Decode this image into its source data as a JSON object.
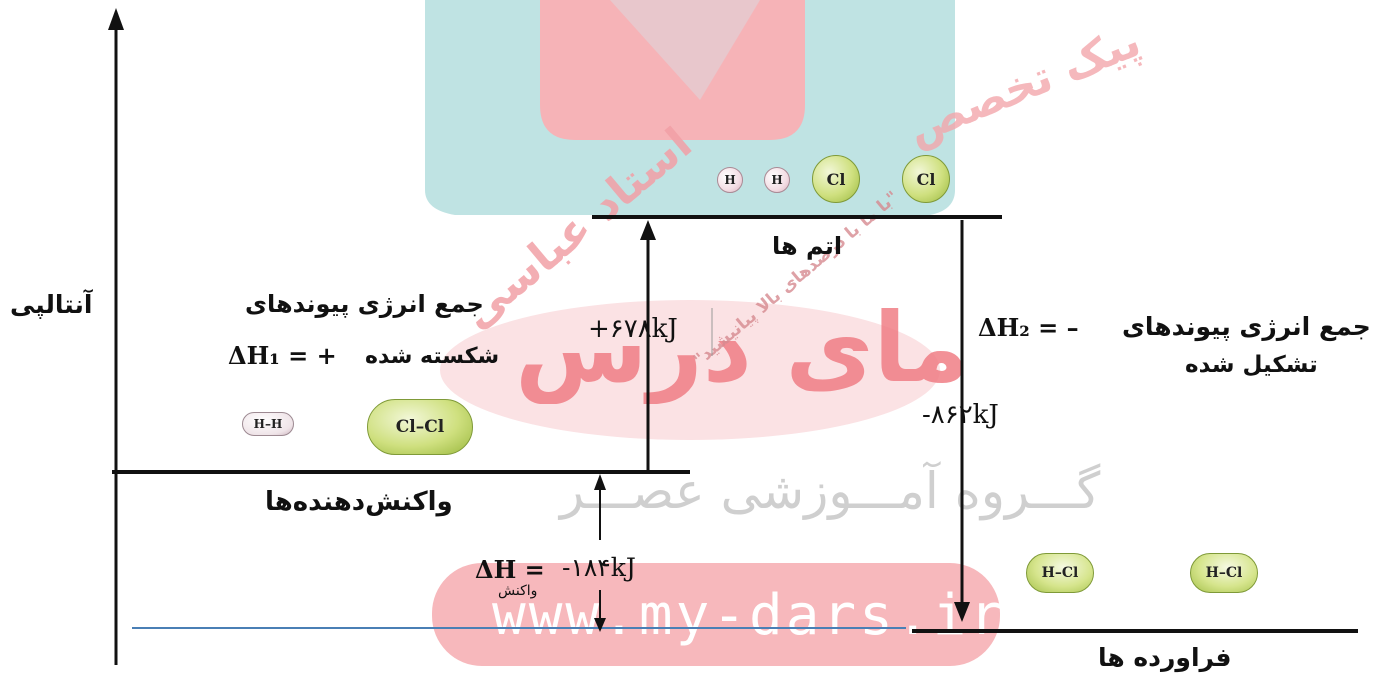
{
  "axis": {
    "label": "آنتالپی"
  },
  "levels": {
    "atoms": "اتم ها",
    "reactants": "واکنش‌دهنده‌ها",
    "products": "فراورده ها"
  },
  "broken": {
    "line1": "جمع انرژی پیوندهای",
    "delta": "ΔH₁ = +",
    "line2": "شکسته شده",
    "value": "+۶۷۸kJ"
  },
  "formed": {
    "line1": "جمع انرژی پیوندهای",
    "delta": "ΔH₂ = –",
    "dash": "–",
    "line2": "تشکیل شده",
    "value": "-۸۶۲kJ"
  },
  "reaction": {
    "delta": "ΔH =",
    "value": "-۱۸۴kJ",
    "sub": "واکنش"
  },
  "atoms_row": [
    {
      "kind": "h",
      "symbol": "H"
    },
    {
      "kind": "h",
      "symbol": "H"
    },
    {
      "kind": "cl",
      "symbol": "Cl"
    },
    {
      "kind": "cl",
      "symbol": "Cl"
    }
  ],
  "reactant_molecules": {
    "hh": "H–H",
    "clcl": "Cl–Cl"
  },
  "product_molecules": [
    "H–Cl",
    "H–Cl"
  ],
  "watermark": {
    "brand": "مای درس",
    "teacher": "استاد عباسی",
    "group": "گـــروه آمـــوزشی عصـــر",
    "slogan_top": "پیک تخصص",
    "slogan_diag": "\"با ما با درصدهای بالا پیانیشید\"",
    "url": "www.my-dars.ir"
  },
  "colors": {
    "wm_red": "#e85a64",
    "wm_teal": "#8ecfcf",
    "wm_red_light": "#f4a6ab",
    "wm_teal_light": "#bfe3e3",
    "baseline_blue": "#4a7fb5"
  }
}
